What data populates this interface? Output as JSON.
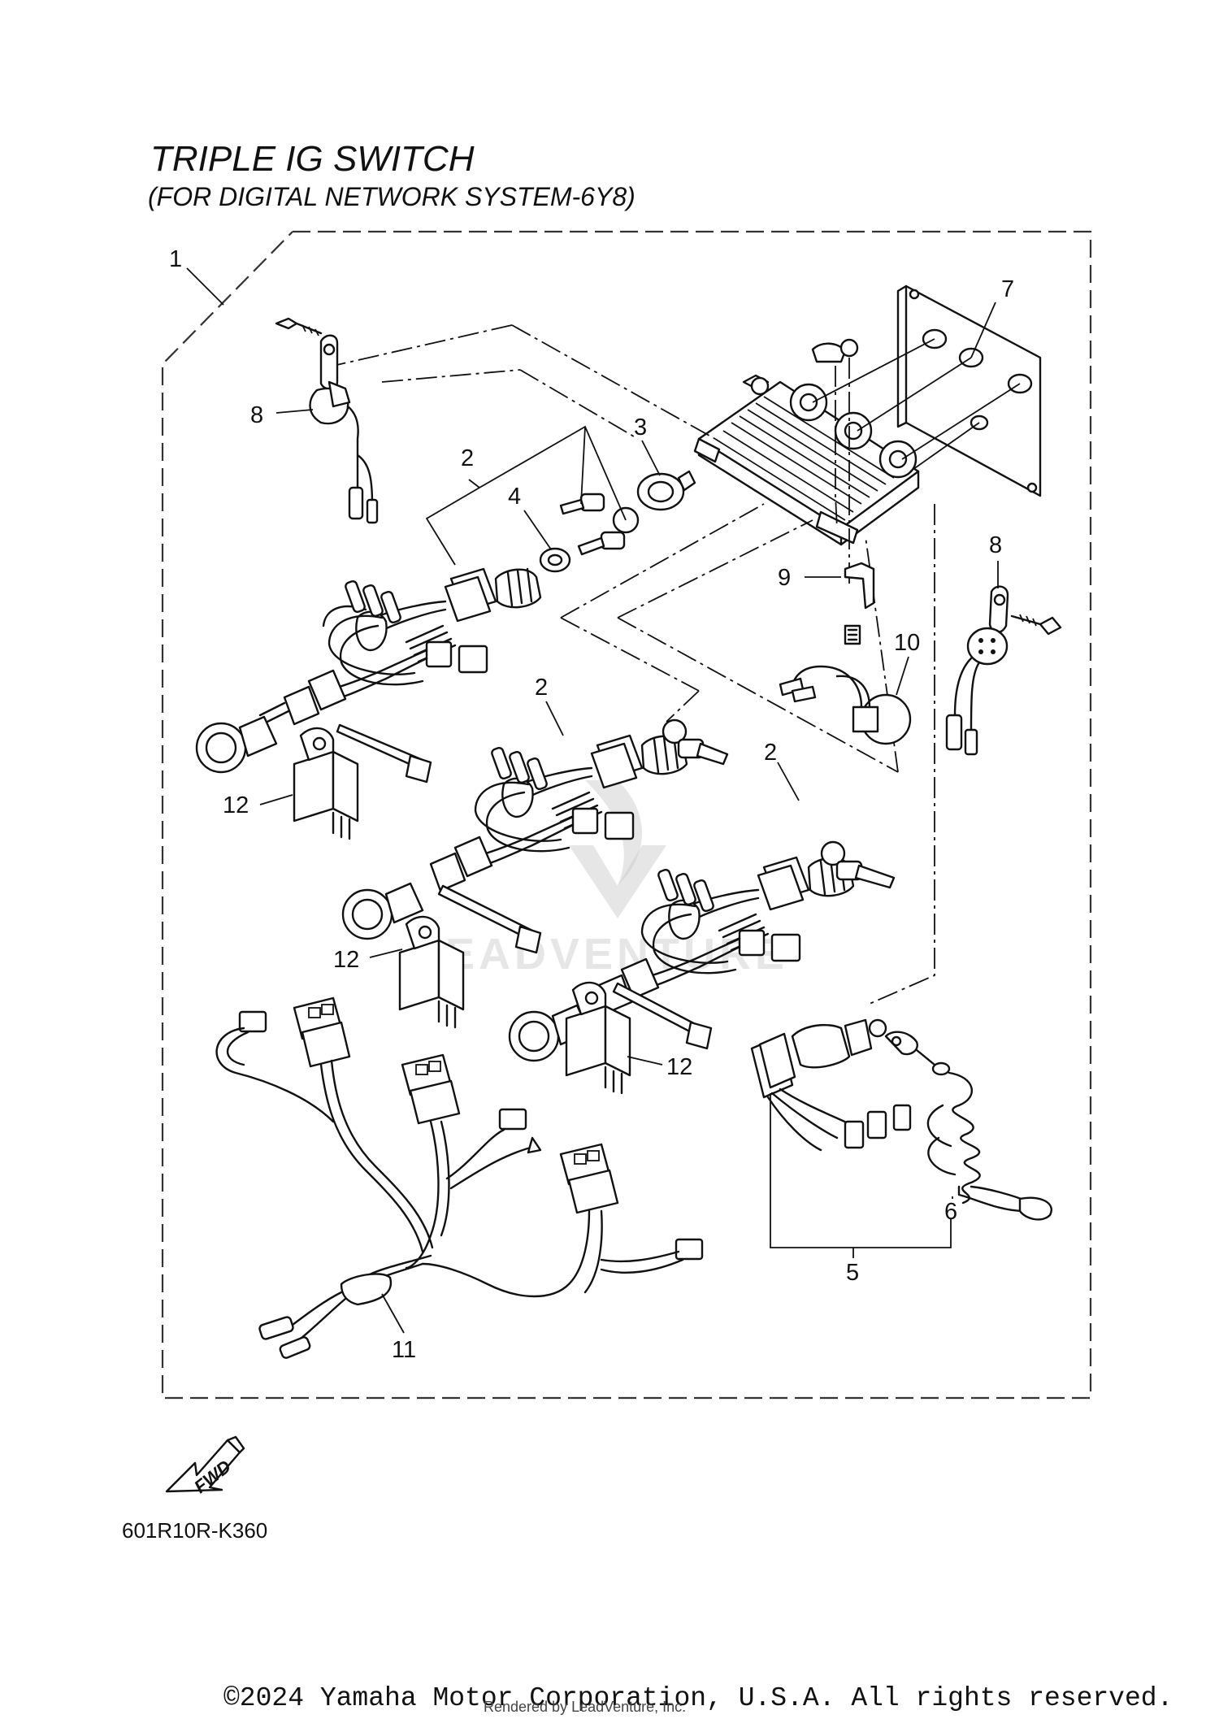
{
  "title": "TRIPLE IG SWITCH",
  "subtitle": "(FOR DIGITAL NETWORK SYSTEM-6Y8)",
  "diagram_code": "601R10R-K360",
  "fwd_label": "FWD",
  "copyright": "©2024 Yamaha Motor Corporation, U.S.A. All rights reserved.",
  "rendered_by": "Rendered by LeadVenture, Inc.",
  "watermark": "LEADVENTURE",
  "callouts": {
    "c1": "1",
    "c2a": "2",
    "c2b": "2",
    "c2c": "2",
    "c3": "3",
    "c4": "4",
    "c5": "5",
    "c6": "6",
    "c7": "7",
    "c8a": "8",
    "c8b": "8",
    "c9": "9",
    "c10": "10",
    "c11": "11",
    "c12a": "12",
    "c12b": "12",
    "c12c": "12"
  }
}
